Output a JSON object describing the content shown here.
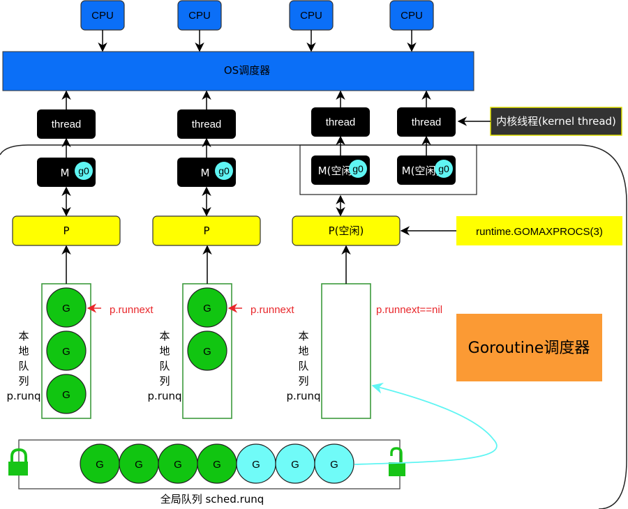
{
  "colors": {
    "cpu_fill": "#0b6ff7",
    "os_fill": "#0b6ff7",
    "thread_fill": "#000000",
    "g0_fill": "#5ff5f3",
    "p_fill": "#ffff00",
    "goroutine_green": "#11c511",
    "goroutine_cyan": "#70fbf8",
    "runq_border": "#3c9a3c",
    "runnext_red": "#e8262a",
    "orange_label": "#fb9a34",
    "lock_green": "#17c417",
    "steal_arrow": "#5ff5f3"
  },
  "cpus": [
    {
      "label": "CPU"
    },
    {
      "label": "CPU"
    },
    {
      "label": "CPU"
    },
    {
      "label": "CPU"
    }
  ],
  "os_scheduler": {
    "label": "OS调度器"
  },
  "threads": [
    {
      "label": "thread"
    },
    {
      "label": "thread"
    },
    {
      "label": "thread"
    },
    {
      "label": "thread"
    }
  ],
  "kernel_thread_note": {
    "label": "内核线程(kernel thread)"
  },
  "machines": [
    {
      "label": "M",
      "g0": "g0"
    },
    {
      "label": "M",
      "g0": "g0"
    },
    {
      "label": "M(空闲",
      "g0": "g0"
    },
    {
      "label": "M(空闲)",
      "g0": "g0"
    }
  ],
  "processors": [
    {
      "label": "P"
    },
    {
      "label": "P"
    },
    {
      "label": "P(空闲)"
    }
  ],
  "gomaxprocs_note": {
    "label": "runtime.GOMAXPROCS(3)"
  },
  "local_queues": [
    {
      "label_lines": [
        "本",
        "地",
        "队",
        "列",
        "p.runq"
      ],
      "goroutines": [
        "G",
        "G",
        "G"
      ],
      "runnext": "p.runnext"
    },
    {
      "label_lines": [
        "本",
        "地",
        "队",
        "列",
        "p.runq"
      ],
      "goroutines": [
        "G",
        "G"
      ],
      "runnext": "p.runnext"
    },
    {
      "label_lines": [
        "本",
        "地",
        "队",
        "列",
        "p.runq"
      ],
      "goroutines": [],
      "runnext": "p.runnext==nil"
    }
  ],
  "goroutine_scheduler_label": {
    "label": "Goroutine调度器"
  },
  "global_queue": {
    "label": "全局队列 sched.runq",
    "goroutines": [
      {
        "label": "G",
        "state": "green"
      },
      {
        "label": "G",
        "state": "green"
      },
      {
        "label": "G",
        "state": "green"
      },
      {
        "label": "G",
        "state": "green"
      },
      {
        "label": "G",
        "state": "cyan"
      },
      {
        "label": "G",
        "state": "cyan"
      },
      {
        "label": "G",
        "state": "cyan"
      }
    ],
    "left_lock": "locked",
    "right_lock": "unlocked"
  }
}
